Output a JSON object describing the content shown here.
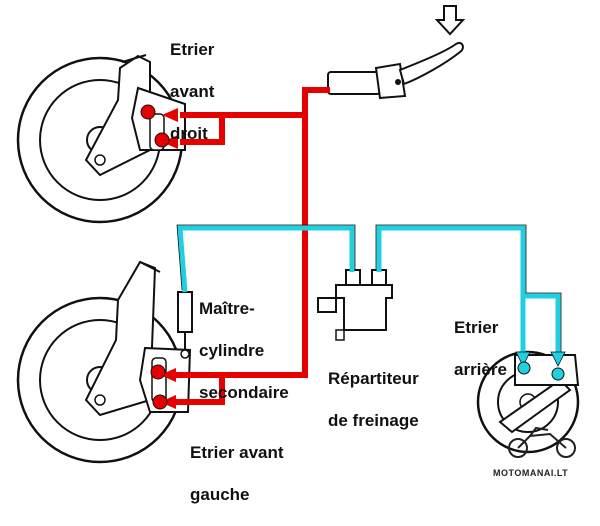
{
  "labels": {
    "front_right_caliper": [
      "Etrier",
      "avant",
      "droit"
    ],
    "secondary_master_cylinder": [
      "Maître-",
      "cylindre",
      "secondaire"
    ],
    "brake_distributor": [
      "Répartiteur",
      "de freinage"
    ],
    "rear_caliper": [
      "Etrier",
      "arrière"
    ],
    "front_left_caliper": [
      "Etrier avant",
      "gauche"
    ]
  },
  "watermark": "MOTOMANAI.LT",
  "colors": {
    "front_circuit": "#e60000",
    "rear_circuit": "#20d0e0",
    "outline": "#111111",
    "background": "#ffffff"
  },
  "icons": [
    "pressure-arrow-icon",
    "motorcycle-logo-icon"
  ]
}
